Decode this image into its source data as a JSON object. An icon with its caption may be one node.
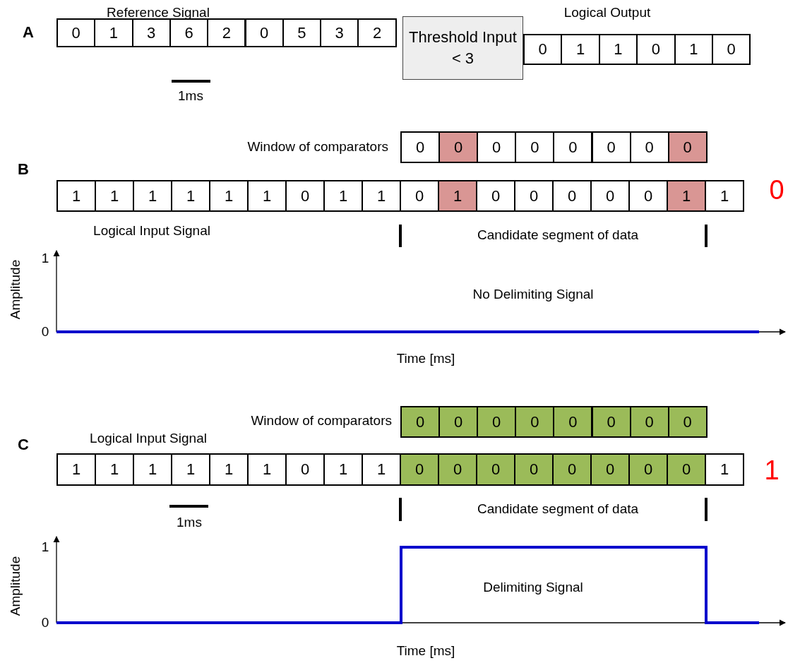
{
  "diagram": {
    "nodes": [
      {
        "text": [
          "0"
        ]
      },
      {
        "text": [
          "1"
        ]
      },
      {
        "text": [
          "3"
        ]
      },
      {
        "text": [
          "6"
        ]
      },
      {
        "text": [
          "2"
        ]
      },
      {
        "text": [
          "0"
        ]
      },
      {
        "text": [
          "5"
        ]
      },
      {
        "text": [
          "3"
        ]
      },
      {
        "text": [
          "2"
        ]
      },
      {
        "text": [
          "Threshold Input < 3"
        ]
      },
      {
        "text": [
          "0"
        ]
      },
      {
        "text": [
          "1"
        ]
      },
      {
        "text": [
          "1"
        ]
      },
      {
        "text": [
          "0"
        ]
      },
      {
        "text": [
          "1"
        ]
      },
      {
        "text": [
          "0"
        ]
      },
      {
        "text": [
          "0"
        ]
      },
      {
        "text": [
          "0"
        ]
      },
      {
        "text": [
          "0"
        ]
      },
      {
        "text": [
          "0"
        ]
      },
      {
        "text": [
          "0"
        ]
      },
      {
        "text": [
          "0"
        ]
      },
      {
        "text": [
          "0"
        ]
      },
      {
        "text": [
          "0"
        ]
      },
      {
        "text": [
          "1"
        ]
      },
      {
        "text": [
          "1"
        ]
      },
      {
        "text": [
          "1"
        ]
      },
      {
        "text": [
          "1"
        ]
      },
      {
        "text": [
          "1"
        ]
      },
      {
        "text": [
          "1"
        ]
      },
      {
        "text": [
          "0"
        ]
      },
      {
        "text": [
          "1"
        ]
      },
      {
        "text": [
          "1"
        ]
      },
      {
        "text": [
          "0"
        ]
      },
      {
        "text": [
          "1"
        ]
      },
      {
        "text": [
          "0"
        ]
      },
      {
        "text": [
          "0"
        ]
      },
      {
        "text": [
          "0"
        ]
      },
      {
        "text": [
          "0"
        ]
      },
      {
        "text": [
          "0"
        ]
      },
      {
        "text": [
          "1"
        ]
      },
      {
        "text": [
          "1"
        ]
      },
      {
        "text": [
          "0"
        ]
      },
      {
        "text": [
          "0"
        ]
      },
      {
        "text": [
          "0"
        ]
      },
      {
        "text": [
          "0"
        ]
      },
      {
        "text": [
          "0"
        ]
      },
      {
        "text": [
          "0"
        ]
      },
      {
        "text": [
          "0"
        ]
      },
      {
        "text": [
          "0"
        ]
      },
      {
        "text": [
          "1"
        ]
      },
      {
        "text": [
          "1"
        ]
      },
      {
        "text": [
          "1"
        ]
      },
      {
        "text": [
          "1"
        ]
      },
      {
        "text": [
          "1"
        ]
      },
      {
        "text": [
          "1"
        ]
      },
      {
        "text": [
          "0"
        ]
      },
      {
        "text": [
          "1"
        ]
      },
      {
        "text": [
          "1"
        ]
      },
      {
        "text": [
          "0"
        ]
      },
      {
        "text": [
          "0"
        ]
      },
      {
        "text": [
          "0"
        ]
      },
      {
        "text": [
          "0"
        ]
      },
      {
        "text": [
          "0"
        ]
      },
      {
        "text": [
          "0"
        ]
      },
      {
        "text": [
          "0"
        ]
      },
      {
        "text": [
          "0"
        ]
      },
      {
        "text": [
          "1"
        ]
      }
    ],
    "labels": [
      "A",
      "Reference Signal",
      "Logical Output",
      "1ms",
      "Window of comparators",
      "B",
      "0",
      "Logical Input Signal",
      "Candidate segment of data",
      "1",
      "Amplitude",
      "No Delimiting Signal",
      "0",
      "Time [ms]",
      "Window of comparators",
      "C",
      "Logical Input Signal",
      "1",
      "1ms",
      "Candidate segment of data",
      "1",
      "Amplitude",
      "Delimiting Signal",
      "0",
      "Time [ms]"
    ]
  }
}
